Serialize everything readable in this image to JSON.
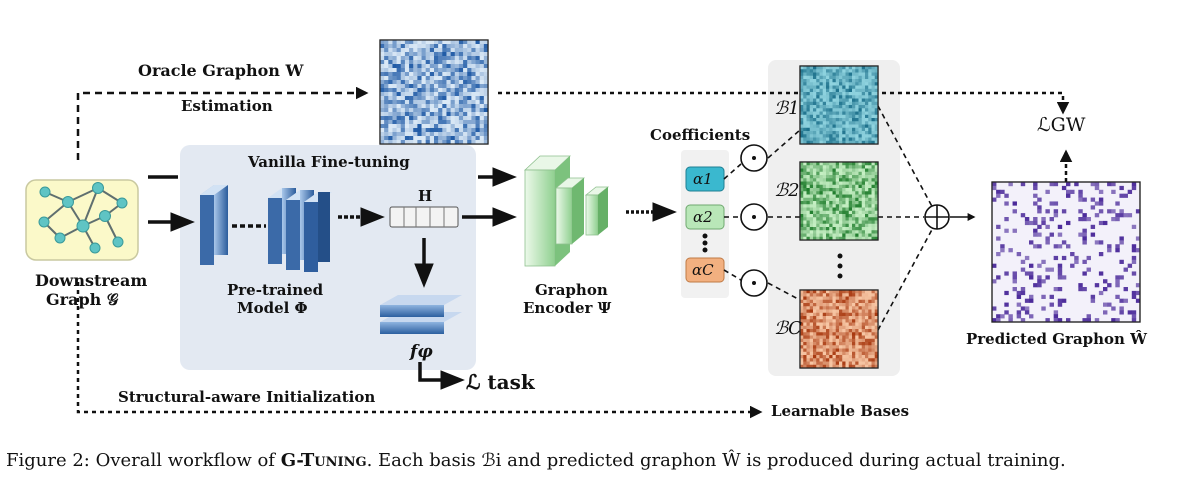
{
  "labels": {
    "oracle_graphon": "Oracle Graphon W",
    "estimation": "Estimation",
    "vanilla_finetuning": "Vanilla Fine-tuning",
    "h": "H",
    "pretrained_model_line1": "Pre-trained",
    "pretrained_model_line2": "Model Φ",
    "f_phi": "fφ",
    "l_task": "ℒ task",
    "graphon_encoder_line1": "Graphon",
    "graphon_encoder_line2": "Encoder Ψ",
    "coefficients": "Coefficients",
    "alpha_1": "α1",
    "alpha_2": "α2",
    "alpha_c": "αC",
    "basis_1": "ℬ1",
    "basis_2": "ℬ2",
    "basis_c": "ℬC",
    "l_gw": "ℒGW",
    "downstream_graph_line1": "Downstream",
    "downstream_graph_line2": "Graph 𝒢",
    "structural_init": "Structural-aware Initialization",
    "learnable_bases": "Learnable Bases",
    "predicted_graphon": "Predicted Graphon Ŵ"
  },
  "caption": {
    "prefix": "Figure 2: Overall workflow of ",
    "method": "G-Tuning",
    "suffix": ". Each basis ℬi and predicted graphon Ŵ is produced during actual training."
  },
  "colors": {
    "finetune_panel": "#e3e9f2",
    "bases_panel": "#ededed",
    "graph_bg": "#fbf9c9",
    "graph_node": "#5fc4c4",
    "model_blue": "#2c5fa0",
    "encoder_green": "#9fd8a0",
    "alpha1": "#3ab8cf",
    "alpha2": "#b9e7b8",
    "alphaC": "#f2b080",
    "oracle_heatmap": "#9cc3e6",
    "basis1_heatmap": "#3aa7bf",
    "basis2_heatmap": "#7fd38a",
    "basisC_heatmap": "#f08a4a",
    "predicted_heatmap": "#5a3d9e"
  }
}
